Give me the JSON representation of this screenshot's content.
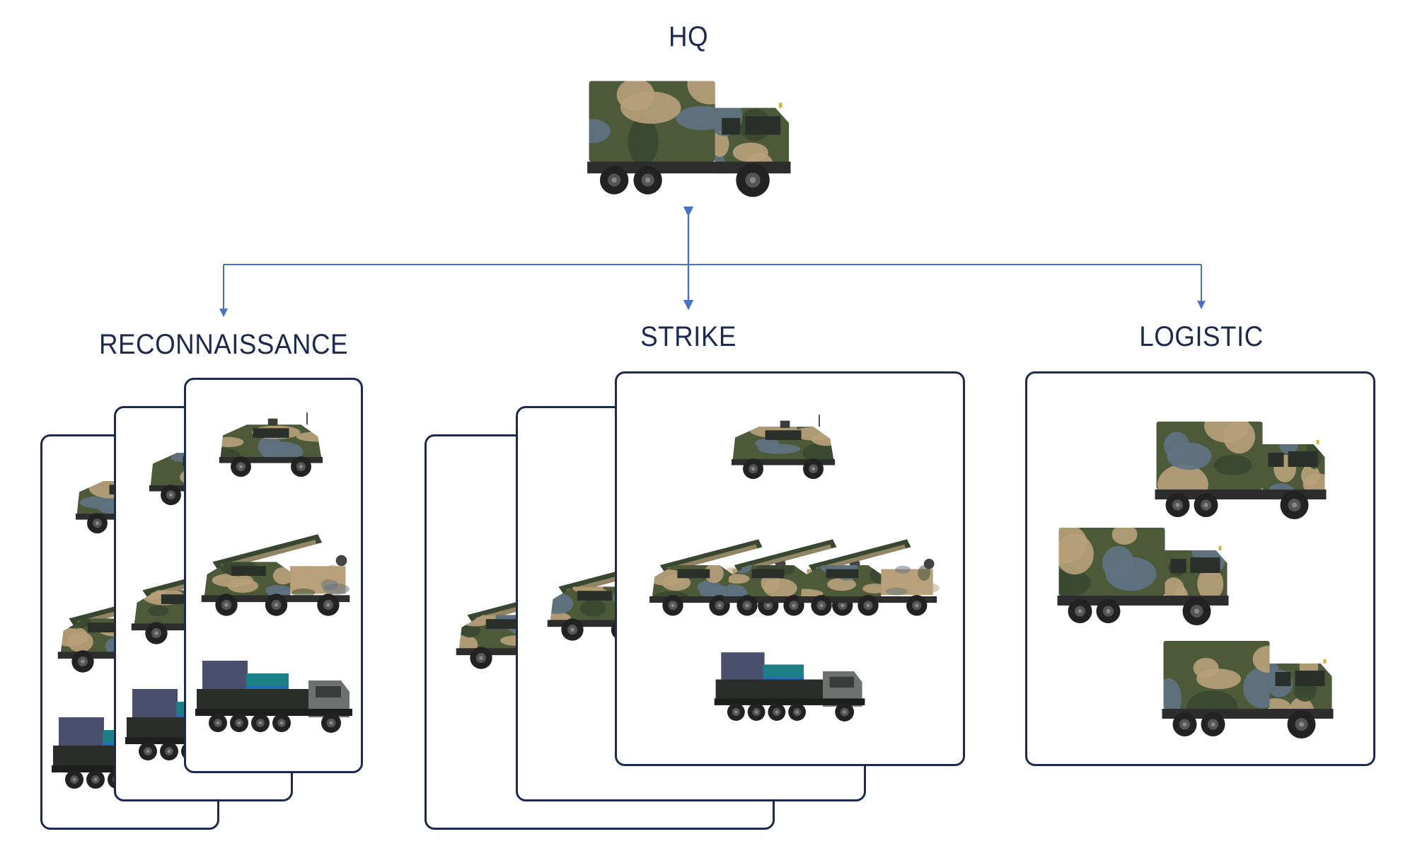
{
  "diagram": {
    "nodes": {
      "hq": {
        "label": "HQ",
        "vehicles": [
          "command-truck-icon"
        ]
      },
      "reconnaissance": {
        "label": "RECONNAISSANCE",
        "vehicles": [
          "armored-vehicle-icon",
          "rocket-launcher-vehicle-icon",
          "cargo-truck-icon"
        ]
      },
      "strike": {
        "label": "STRIKE",
        "vehicles": [
          "armored-vehicle-icon",
          "rocket-launcher-vehicle-icon",
          "rocket-launcher-vehicle-icon",
          "rocket-launcher-vehicle-icon",
          "cargo-truck-icon"
        ]
      },
      "logistic": {
        "label": "LOGISTIC",
        "vehicles": [
          "command-truck-icon",
          "command-truck-icon",
          "command-truck-icon"
        ]
      }
    },
    "edges": [
      {
        "from": "hq",
        "to": "reconnaissance",
        "style": "arrow"
      },
      {
        "from": "hq",
        "to": "strike",
        "style": "double-arrow"
      },
      {
        "from": "hq",
        "to": "logistic",
        "style": "arrow"
      }
    ],
    "colors": {
      "connector": "#4a72c4",
      "text": "#1d2a4d",
      "card_border": "#1d2a4d",
      "camo_green": "#4d5a3a",
      "camo_tan": "#b8a07a",
      "camo_blue": "#5f7283",
      "camo_dark": "#3a4730",
      "cargo_blue": "#1e6fb8",
      "cargo_teal": "#1c7f86",
      "cargo_purple": "#4a4f6e"
    }
  }
}
